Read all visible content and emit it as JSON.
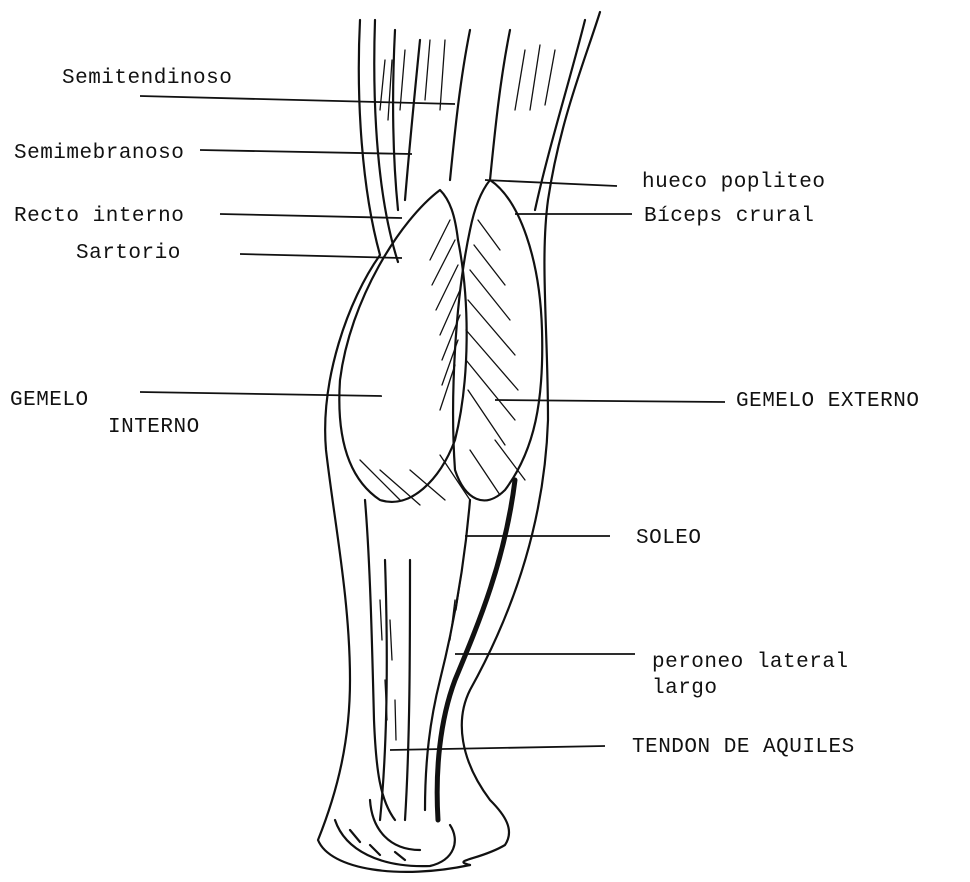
{
  "labels": {
    "semitendinoso": "Semitendinoso",
    "semimembranoso": "Semimebranoso",
    "recto_interno": "Recto interno",
    "sartorio": "Sartorio",
    "gemelo_interno_1": "GEMELO",
    "gemelo_interno_2": "INTERNO",
    "hueco_popliteo": "hueco popliteo",
    "biceps_crural": "Bíceps crural",
    "gemelo_externo": "GEMELO EXTERNO",
    "soleo": "SOLEO",
    "peroneo_1": "peroneo lateral",
    "peroneo_2": "largo",
    "tendon_aquiles": "TENDON DE AQUILES"
  },
  "colors": {
    "ink": "#111111",
    "paper": "#ffffff"
  }
}
